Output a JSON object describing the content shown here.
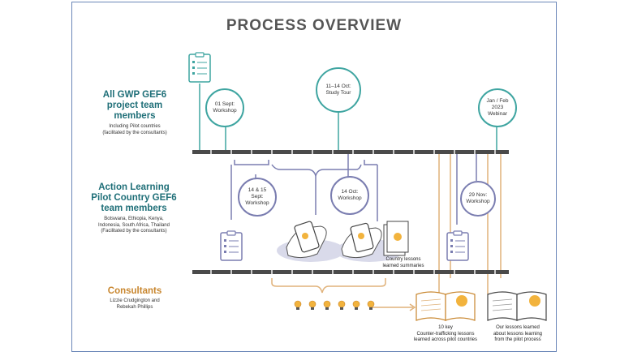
{
  "title": "PROCESS OVERVIEW",
  "groups": {
    "gwp": {
      "title_lines": [
        "All GWP GEF6",
        "project team",
        "members"
      ],
      "sub_lines": [
        "Including Pilot countries",
        "(facilitated by the consultants)"
      ]
    },
    "pilot": {
      "title_lines": [
        "Action Learning",
        "Pilot Country GEF6",
        "team members"
      ],
      "sub_lines": [
        "Botswana, Ethiopia, Kenya,",
        "Indonesia, South Africa, Thailand",
        "(Facilitated by the consultants)"
      ]
    },
    "consultants": {
      "title": "Consultants",
      "sub_lines": [
        "Lizzie Crudgington and",
        "Rebekah Phillips"
      ]
    }
  },
  "events": {
    "sep1": "01 Sept:\nWorkshop",
    "tour": "11–14 Oct:\nStudy Tour",
    "webinar": "Jan / Feb\n2023\nWebinar",
    "sep14": "14 & 15\nSept:\nWorkshop",
    "oct14": "14 Oct:\nWorkshop",
    "nov29": "29 Nov:\nWorkshop"
  },
  "captions": {
    "country_lessons": "Country lessons learned summaries",
    "key_lessons_lines": [
      "10 key",
      "Counter-trafficking lessons",
      "learned across pilot countries"
    ],
    "our_lessons_lines": [
      "Our lessons learned",
      "about lessons learning",
      "from the pilot process"
    ]
  },
  "colors": {
    "teal": "#3fa5a1",
    "purple": "#7a7db0",
    "orange": "#e0b27a",
    "title_teal": "#1f6f78",
    "consultant_orange": "#c8862e",
    "timeline": "#4a4a4a"
  },
  "icons": [
    "clipboard-icon",
    "lightbulb-icon",
    "book-icon",
    "hands-phone-icon"
  ]
}
